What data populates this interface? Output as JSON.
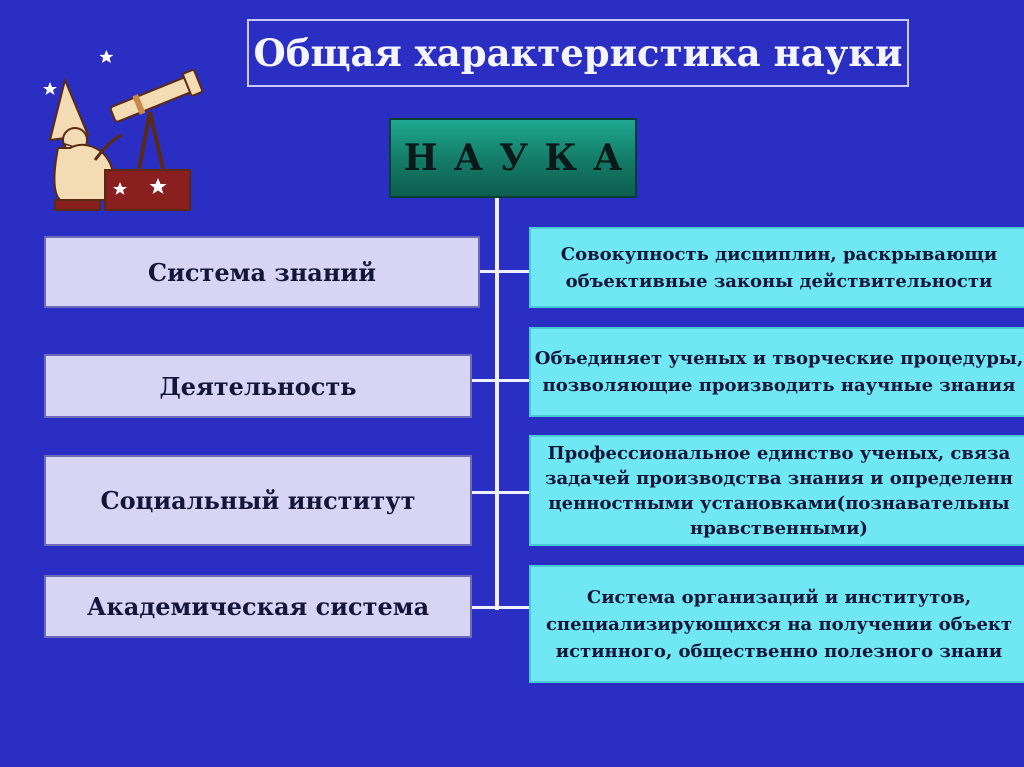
{
  "title": "Общая характеристика науки",
  "center": "НАУКА",
  "aspects": [
    {
      "label": "Система знаний",
      "description": [
        "Совокупность дисциплин, раскрывающи",
        "объективные законы действительности"
      ]
    },
    {
      "label": "Деятельность",
      "description": [
        "Объединяет ученых и творческие процедуры,",
        "позволяющие производить научные знания"
      ]
    },
    {
      "label": "Социальный институт",
      "description": [
        "Профессиональное единство ученых, связа",
        "задачей производства знания и определенн",
        "ценностными установками(познавательны",
        "нравственными)"
      ]
    },
    {
      "label": "Академическая система",
      "description": [
        "Система организаций и институтов,",
        "специализирующихся на получении объект",
        "истинного, общественно полезного знани"
      ]
    }
  ],
  "colors": {
    "background": "#2b2ec2",
    "center_box": "#137a66",
    "left_box": "#d8d4f4",
    "right_box": "#6fe8f3"
  },
  "illustration": "wizard-with-telescope-icon"
}
